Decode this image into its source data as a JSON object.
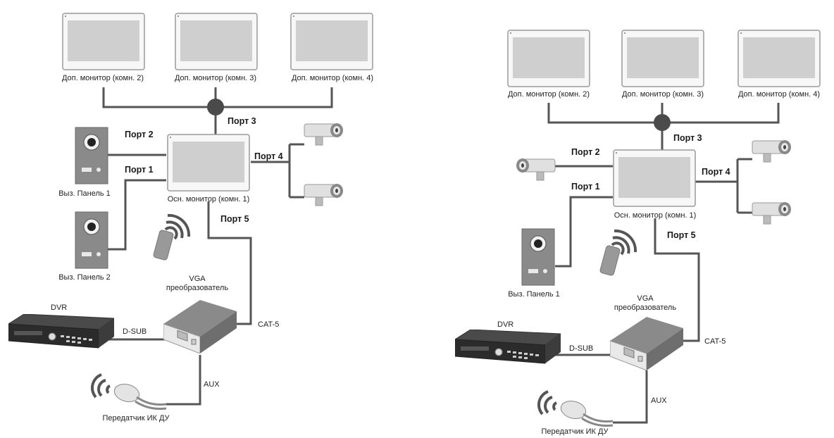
{
  "left": {
    "monitors": [
      "Доп. монитор (комн. 2)",
      "Доп. монитор (комн. 3)",
      "Доп. монитор (комн. 4)"
    ],
    "main_monitor": "Осн. монитор (комн. 1)",
    "ports": {
      "p1": "Порт 1",
      "p2": "Порт 2",
      "p3": "Порт 3",
      "p4": "Порт 4",
      "p5": "Порт 5"
    },
    "panel1": "Выз. Панель 1",
    "panel2": "Выз. Панель 2",
    "vga": [
      "VGA",
      "преобразователь"
    ],
    "dvr": "DVR",
    "dsub": "D-SUB",
    "cat5": "CAT-5",
    "aux": "AUX",
    "ir": "Передатчик ИК ДУ"
  },
  "right": {
    "monitors": [
      "Доп. монитор (комн. 2)",
      "Доп. монитор (комн. 3)",
      "Доп. монитор (комн. 4)"
    ],
    "main_monitor": "Осн. монитор (комн. 1)",
    "ports": {
      "p1": "Порт 1",
      "p2": "Порт 2",
      "p3": "Порт 3",
      "p4": "Порт 4",
      "p5": "Порт 5"
    },
    "panel1": "Выз. Панель 1",
    "vga": [
      "VGA",
      "преобразователь"
    ],
    "dvr": "DVR",
    "dsub": "D-SUB",
    "cat5": "CAT-5",
    "aux": "AUX",
    "ir": "Передатчик ИК ДУ"
  }
}
